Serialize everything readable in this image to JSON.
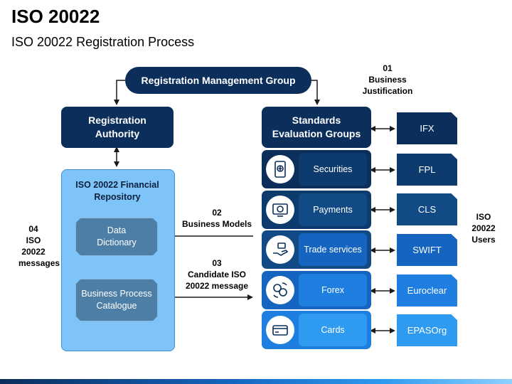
{
  "header": {
    "title": "ISO 20022",
    "subtitle": "ISO 20022 Registration Process"
  },
  "diagram": {
    "top_node": "Registration Management Group",
    "left_node": "Registration Authority",
    "repository": {
      "title": "ISO 20022 Financial Repository",
      "items": [
        "Data Dictionary",
        "Business Process Catalogue"
      ]
    },
    "right_header": "Standards Evaluation Groups",
    "groups": [
      {
        "label": "Securities",
        "icon": "fingerprint-phone-icon"
      },
      {
        "label": "Payments",
        "icon": "dollar-screen-icon"
      },
      {
        "label": "Trade services",
        "icon": "hand-cash-icon"
      },
      {
        "label": "Forex",
        "icon": "coins-exchange-icon"
      },
      {
        "label": "Cards",
        "icon": "credit-card-icon"
      }
    ],
    "users": [
      "IFX",
      "FPL",
      "CLS",
      "SWIFT",
      "Euroclear",
      "EPASOrg"
    ],
    "annotations": {
      "step01": {
        "num": "01",
        "text": "Business Justification"
      },
      "step02": {
        "num": "02",
        "text": "Business Models"
      },
      "step03": {
        "num": "03",
        "text": "Candidate ISO 20022 message"
      },
      "step04": {
        "num": "04",
        "text": "ISO 20022 messages"
      },
      "users_label": "ISO 20022 Users"
    },
    "colors": {
      "navy": "#0b2e5a",
      "repository": "#7fc4f8",
      "user_squares": [
        "#0b2e5a",
        "#0d3b6e",
        "#114a85",
        "#1565c0",
        "#1e7fe0",
        "#2e9bf0"
      ]
    }
  }
}
